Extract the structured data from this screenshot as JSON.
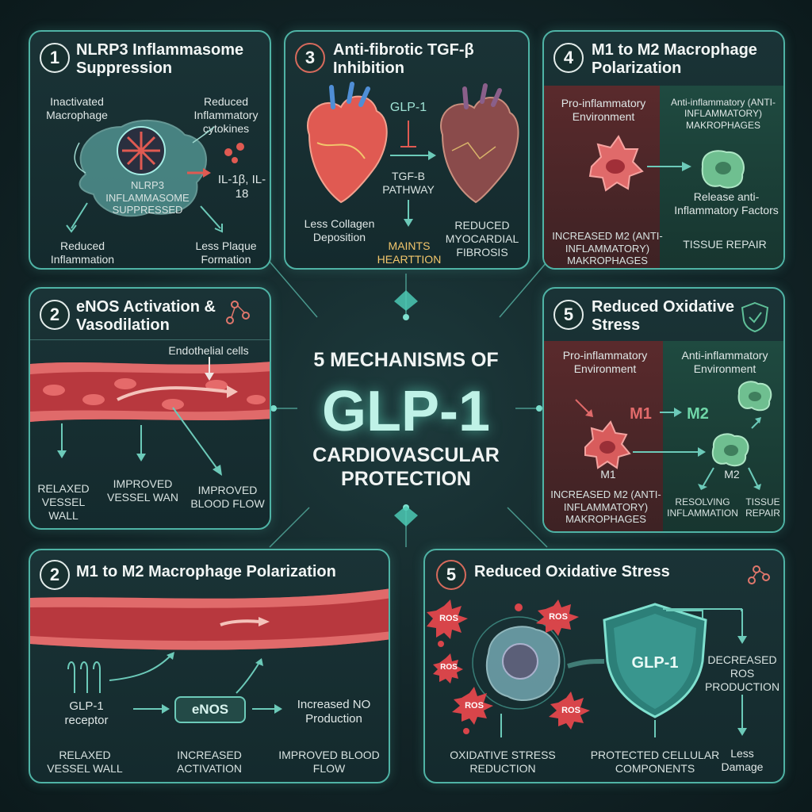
{
  "center": {
    "line1": "5 MECHANISMS OF",
    "line2": "GLP-1",
    "line3": "CARDIOVASCULAR",
    "line4": "PROTECTION"
  },
  "p1": {
    "num": "1",
    "title": "NLRP3 Inflammasome Suppression",
    "inactivated": "Inactivated Macrophage",
    "reduced_cytokines": "Reduced Inflammatory cytokines",
    "cell_label": "NLRP3 INFLAMMASOME SUPPRESSED",
    "il": "IL-1β, IL-18",
    "reduced_inflammation": "Reduced Inflammation",
    "less_plaque": "Less Plaque Formation"
  },
  "p3": {
    "num": "3",
    "title": "Anti-fibrotic TGF-β Inhibition",
    "glp1": "GLP-1",
    "tgf": "TGF-β PATHWAY",
    "less_collagen": "Less Collagen Deposition",
    "maints": "MAINTS HEARTTION",
    "reduced_fibrosis": "REDUCED MYOCARDIAL FIBROSIS"
  },
  "p4": {
    "num": "4",
    "title": "M1 to M2 Macrophage Polarization",
    "pro": "Pro-inflammatory Environment",
    "anti": "Anti-inflammatory (ANTI-INFLAMMATORY) MAKROPHAGES",
    "release": "Release anti-Inflammatory Factors",
    "increased": "INCREASED M2 (ANTI-INFLAMMATORY) MAKROPHAGES",
    "tissue": "TISSUE REPAIR"
  },
  "p2a": {
    "num": "2",
    "title": "eNOS Activation & Vasodilation",
    "endothelial": "Endothelial cells",
    "relaxed": "RELAXED VESSEL WALL",
    "improved_wan": "IMPROVED VESSEL WAN",
    "improved_flow": "IMPROVED BLOOD FLOW"
  },
  "p5a": {
    "num": "5",
    "title": "Reduced Oxidative Stress",
    "pro": "Pro-inflammatory Environment",
    "anti": "Anti-inflammatory Environment",
    "m1": "M1",
    "m2": "M2",
    "m1b": "M1",
    "m2b": "M2",
    "increased": "INCREASED M2 (ANTI-INFLAMMATORY) MAKROPHAGES",
    "resolving": "RESOLVING INFLAMMATION",
    "tissue": "TISSUE REPAIR"
  },
  "p2b": {
    "num": "2",
    "title": "M1 to M2 Macrophage Polarization",
    "receptor": "GLP-1 receptor",
    "enos": "eNOS",
    "increased_no": "Increased NO Production",
    "relaxed": "RELAXED VESSEL WALL",
    "increased_act": "INCREASED ACTIVATION",
    "improved_flow": "IMPROVED BLOOD FLOW"
  },
  "p5b": {
    "num": "5",
    "title": "Reduced Oxidative Stress",
    "ros": "ROS",
    "glp1": "GLP-1",
    "decreased": "DECREASED ROS PRODUCTION",
    "less_damage": "Less Damage",
    "oxidative": "OXIDATIVE STRESS REDUCTION",
    "protected": "PROTECTED CELLULAR COMPONENTS"
  },
  "colors": {
    "teal": "#4fb3a5",
    "red": "#c6413b",
    "green": "#5fbf98"
  }
}
